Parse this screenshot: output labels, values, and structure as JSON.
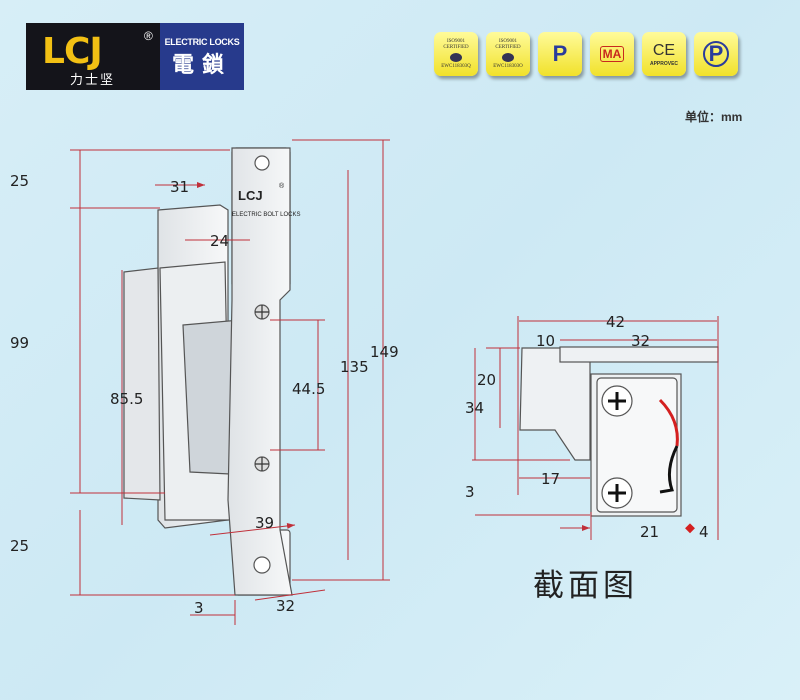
{
  "logo": {
    "brand": "LCJ",
    "reg": "®",
    "brand_cn": "力士坚",
    "tagline": "ELECTRIC LOCKS",
    "tagline_cn": "電鎖"
  },
  "badges": [
    {
      "name": "iso9001-a",
      "l1": "ISO9001",
      "l2": "CERTIFIED",
      "code": "EWC118303Q"
    },
    {
      "name": "iso9001-b",
      "l1": "ISO9001",
      "l2": "CERTIFIED",
      "code": "EWC118303O"
    },
    {
      "name": "p-mark",
      "label": "P"
    },
    {
      "name": "cma",
      "label": "MA"
    },
    {
      "name": "ce",
      "label": "CE",
      "sub": "APPROVEC"
    },
    {
      "name": "pp",
      "label": "P"
    }
  ],
  "unit": "单位：mm",
  "plate": {
    "brand": "LCJ",
    "reg": "®",
    "text": "ELECTRIC BOLT LOCKS"
  },
  "front_dims": {
    "top": "25",
    "w31": "31",
    "w24": "24",
    "h99": "99",
    "h855": "85.5",
    "h445": "44.5",
    "h135": "135",
    "h149": "149",
    "w39": "39",
    "bottom": "25",
    "w3": "3",
    "w32": "32"
  },
  "section_dims": {
    "w42": "42",
    "w10": "10",
    "w32": "32",
    "h20": "20",
    "h34": "34",
    "w17": "17",
    "h3": "3",
    "w21": "21",
    "w4": "4"
  },
  "caption": "截面图",
  "colors": {
    "dim_line": "#c0303a",
    "logo_yellow": "#f2c014",
    "logo_blue": "#273a8c"
  }
}
